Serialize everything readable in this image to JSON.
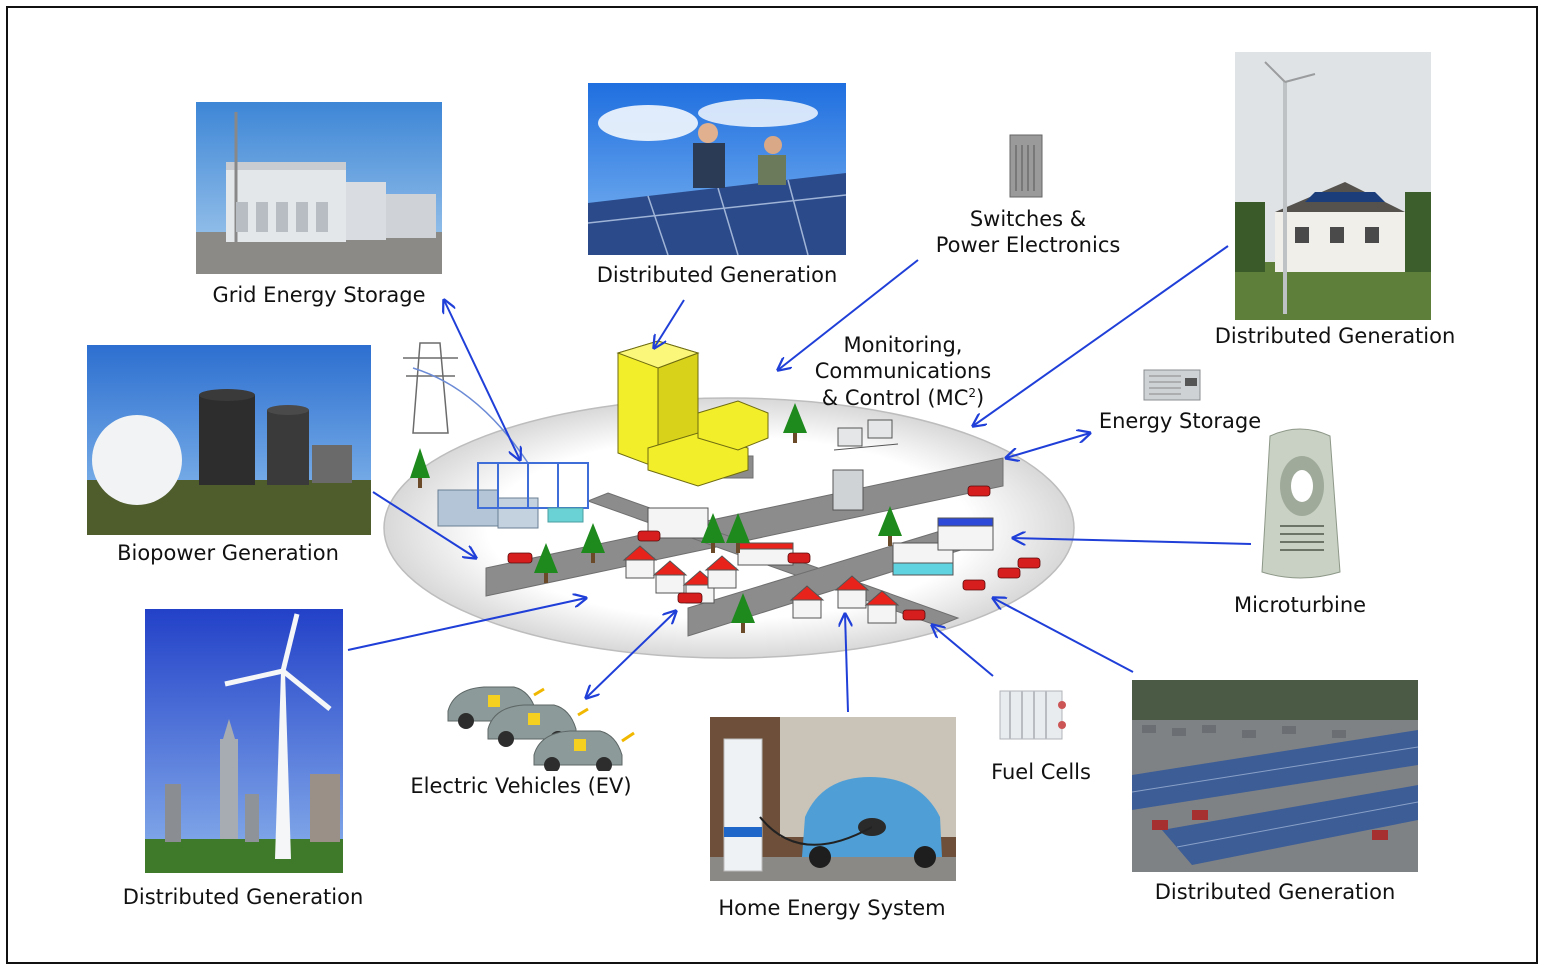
{
  "labels": {
    "grid_energy_storage": "Grid Energy Storage",
    "distributed_generation_top": "Distributed Generation",
    "switches_line1": "Switches &",
    "switches_line2": "Power Electronics",
    "distributed_generation_right_top": "Distributed Generation",
    "monitoring_line1": "Monitoring,",
    "monitoring_line2": "Communications",
    "monitoring_line3": "& Control (MC",
    "monitoring_sup": "2",
    "monitoring_close": ")",
    "energy_storage": "Energy Storage",
    "biopower_generation": "Biopower Generation",
    "microturbine": "Microturbine",
    "distributed_generation_bottom_left": "Distributed Generation",
    "electric_vehicles": "Electric Vehicles (EV)",
    "home_energy_system": "Home Energy System",
    "fuel_cells": "Fuel Cells",
    "distributed_generation_bottom_right": "Distributed Generation"
  },
  "colors": {
    "arrow": "#1f3fd8",
    "road": "#8c8c8c",
    "building_yellow": "#f2ee2a",
    "roof_red": "#e8231c",
    "tree": "#1e8a1e",
    "sky": "#2f7fe0",
    "solar_panel": "#2b4a8a"
  },
  "icons": [
    "transmission-tower-icon",
    "substation-icon",
    "office-tower-icon",
    "house-icon",
    "tree-icon",
    "car-icon",
    "control-station-icon",
    "wind-turbine-icon",
    "solar-panel-icon",
    "ev-car-icon",
    "server-rack-icon",
    "battery-cabinet-icon",
    "microturbine-unit-icon",
    "fuel-cell-icon"
  ]
}
